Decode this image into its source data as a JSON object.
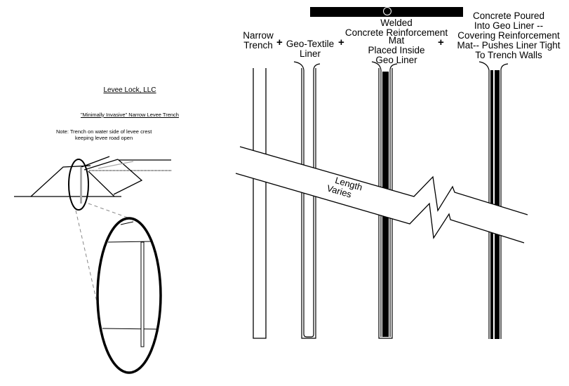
{
  "left_panel": {
    "company": "Levee Lock, LLC",
    "subtitle": "\"Minimally Invasive\" Narrow Levee Trench",
    "note_line1": "Note:  Trench on water side of levee crest",
    "note_line2": "keeping levee road open"
  },
  "steps": [
    {
      "label_lines": [
        "Narrow",
        "Trench"
      ]
    },
    {
      "label_lines": [
        "Geo-Textile",
        "Liner"
      ]
    },
    {
      "label_lines": [
        "Welded",
        "Concrete Reinforcement",
        "Mat",
        "Placed Inside",
        "Geo Liner"
      ]
    },
    {
      "label_lines": [
        "Concrete Poured",
        "Into Geo Liner --",
        "Covering Reinforcement",
        "Mat-- Pushes Liner Tight",
        "To Trench Walls"
      ]
    }
  ],
  "plus_sign": "+",
  "band": {
    "line1": "Length",
    "line2": "Varies"
  }
}
